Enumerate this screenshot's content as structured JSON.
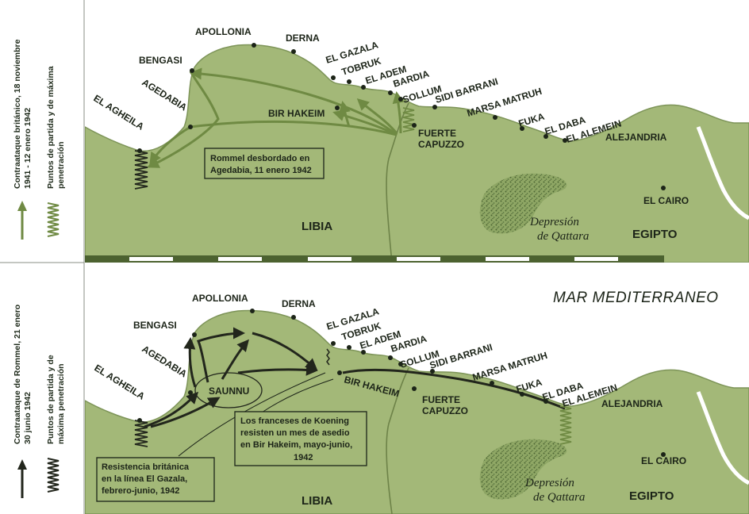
{
  "colors": {
    "land": "#a3b878",
    "sea": "#ffffff",
    "coast_edge": "#7d9458",
    "green_arrow": "#6f8a43",
    "black_arrow": "#22261c",
    "depression": "#56703a",
    "scale_dark": "#4c6230"
  },
  "legend_top": {
    "arrow_caption": "Contraataque británico, 18 noviembre 1941 - 12 enero 1942",
    "arrow_caption_line1": "Contraataque británico, 18 noviembre",
    "arrow_caption_line2": "1941 - 12 enero 1942",
    "zigzag_caption_line1": "Puntos de partida y de máxima",
    "zigzag_caption_line2": "penetración",
    "arrow_icon": "green-up-arrow-icon",
    "zigzag_icon": "green-zigzag-icon"
  },
  "legend_bottom": {
    "arrow_caption_line1": "Contraataque de Rommel, 21 enero",
    "arrow_caption_line2": "30 junio 1942",
    "zigzag_caption_line1": "Puntos de partida y de",
    "zigzag_caption_line2": "máxima penetración",
    "arrow_icon": "black-up-arrow-icon",
    "zigzag_icon": "black-zigzag-icon"
  },
  "top_map": {
    "places": {
      "apollonia": "APOLLONIA",
      "derna": "DERNA",
      "el_gazala": "EL GAZALA",
      "tobruk": "TOBRUK",
      "el_adem": "EL ADEM",
      "bengasi": "BENGASI",
      "bardia": "BARDIA",
      "agedabia": "AGEDABIA",
      "sollum": "SOLLUM",
      "sidi_barrani": "SIDI BARRANI",
      "marsa_matruh": "MARSA MATRUH",
      "el_agheila": "EL AGHEILA",
      "bir_hakeim": "BIR HAKEIM",
      "fuka": "FUKA",
      "el_daba": "EL DABA",
      "el_alemein": "EL ALEMEIN",
      "fuerte_line1": "FUERTE",
      "fuerte_line2": "CAPUZZO",
      "alejandria": "ALEJANDRIA",
      "el_cairo": "EL CAIRO",
      "libia": "LIBIA",
      "egipto": "EGIPTO",
      "depresion_line1": "Depresión",
      "depresion_line2": "de Qattara"
    },
    "callout_line1": "Rommel desbordado en",
    "callout_line2": "Agedabia, 11 enero 1942"
  },
  "bottom_map": {
    "sea_label": "MAR MEDITERRANEO",
    "places": {
      "apollonia": "APOLLONIA",
      "derna": "DERNA",
      "el_gazala": "EL GAZALA",
      "tobruk": "TOBRUK",
      "el_adem": "EL ADEM",
      "bengasi": "BENGASI",
      "bardia": "BARDIA",
      "agedabia": "AGEDABIA",
      "sollum": "SOLLUM",
      "sidi_barrani": "SIDI BARRANI",
      "marsa_matruh": "MARSA MATRUH",
      "saunnu": "SAUNNU",
      "fuka": "FUKA",
      "el_daba": "EL DABA",
      "el_alemein": "EL ALEMEIN",
      "el_agheila": "EL AGHEILA",
      "bir_hakeim": "BIR HAKEIM",
      "alejandria": "ALEJANDRIA",
      "fuerte_line1": "FUERTE",
      "fuerte_line2": "CAPUZZO",
      "el_cairo": "EL CAIRO",
      "libia": "LIBIA",
      "egipto": "EGIPTO",
      "depresion_line1": "Depresión",
      "depresion_line2": "de Qattara"
    },
    "callout_french_line1": "Los franceses de Koening",
    "callout_french_line2": "resisten un mes de asedio",
    "callout_french_line3": "en Bir Hakeim, mayo-junio,",
    "callout_french_line4": "1942",
    "callout_british_line1": "Resistencia británica",
    "callout_british_line2": "en la línea El Gazala,",
    "callout_british_line3": "febrero-junio, 1942"
  }
}
